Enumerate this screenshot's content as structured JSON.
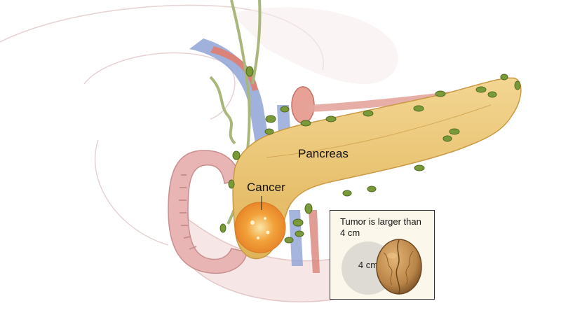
{
  "labels": {
    "pancreas": "Pancreas",
    "cancer": "Cancer"
  },
  "inset": {
    "title": "Tumor is larger than 4 cm",
    "size_label": "4 cm"
  },
  "colors": {
    "pancreas": "#e9c46a",
    "tumor": "#f2a23a",
    "lymph_node": "#7a9a3a",
    "duodenum": "#e8b4b4",
    "vein": "#8fa3d6",
    "artery": "#d9837a",
    "bile_duct": "#a9b87a",
    "inset_bg": "#fbf7ea"
  }
}
